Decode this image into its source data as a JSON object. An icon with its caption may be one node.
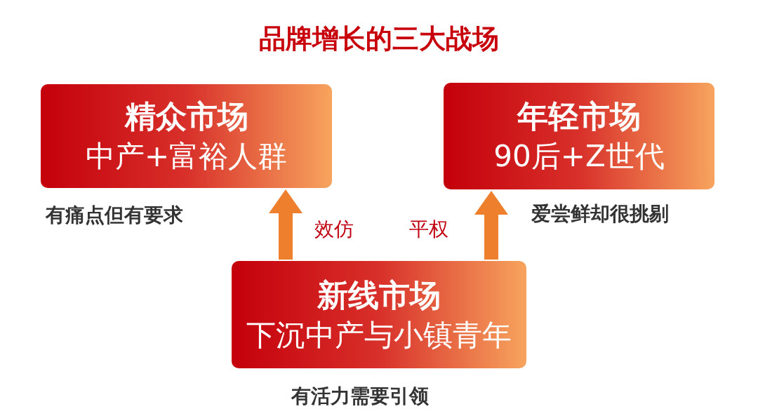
{
  "diagram": {
    "title": "品牌增长的三大战场",
    "nodes": [
      {
        "text": [
          "精众市场",
          "中产+富裕人群"
        ],
        "beside": [
          "有痛点但有要求"
        ]
      },
      {
        "text": [
          "年轻市场",
          "90后+Z世代"
        ],
        "beside": [
          "爱尝鲜却很挑剔"
        ]
      },
      {
        "text": [
          "新线市场",
          "下沉中产与小镇青年"
        ],
        "beside": [
          "有活力需要引领"
        ]
      }
    ],
    "edges": [
      {
        "from": 2,
        "to": 0,
        "arrow": "to",
        "label": "效仿"
      },
      {
        "from": 2,
        "to": 1,
        "arrow": "to",
        "label": "平权"
      }
    ]
  }
}
